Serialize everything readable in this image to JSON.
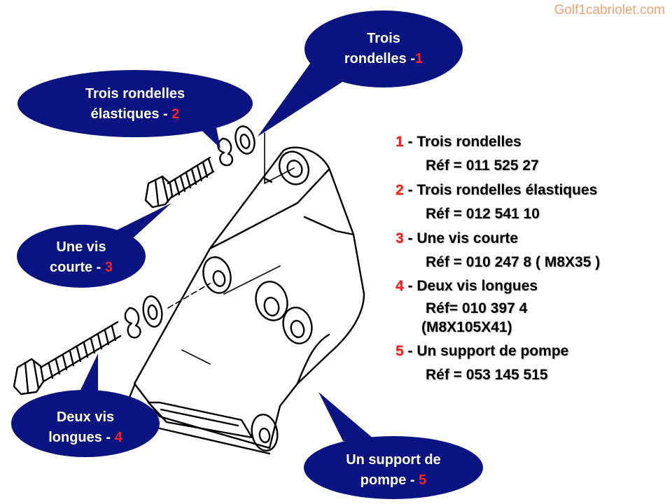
{
  "watermark": "Golf1cabriolet.com",
  "callouts": [
    {
      "id": "1",
      "line1": "Trois",
      "line2_text": "rondelles -",
      "num": "1"
    },
    {
      "id": "2",
      "line1": "Trois rondelles",
      "line2_text": "élastiques - ",
      "num": "2"
    },
    {
      "id": "3",
      "line1": "Une vis",
      "line2_text": "courte - ",
      "num": "3"
    },
    {
      "id": "4",
      "line1": "Deux vis",
      "line2_text": "longues - ",
      "num": "4"
    },
    {
      "id": "5",
      "line1": "Un support de",
      "line2_text": "pompe - ",
      "num": "5"
    }
  ],
  "legend": [
    {
      "num": "1",
      "sep": " - ",
      "label": "Trois rondelles",
      "ref": "Réf = 011 525 27"
    },
    {
      "num": "2",
      "sep": " - ",
      "label": "Trois rondelles élastiques",
      "ref": "Réf = 012 541 10"
    },
    {
      "num": "3",
      "sep": " - ",
      "label": "Une vis courte",
      "ref": "Réf =  010 247 8 ( M8X35 )"
    },
    {
      "num": "4",
      "sep": " - ",
      "label": "Deux vis longues",
      "ref": "Réf= 010 397 4",
      "ref2": "(M8X105X41)"
    },
    {
      "num": "5",
      "sep": " - ",
      "label": "Un support de pompe",
      "ref": "Réf = 053 145 515"
    }
  ],
  "colors": {
    "bubble": "#0a1480",
    "accent_number": "#ff1a1a",
    "watermark": "#f2a070",
    "line_art": "#000000"
  }
}
